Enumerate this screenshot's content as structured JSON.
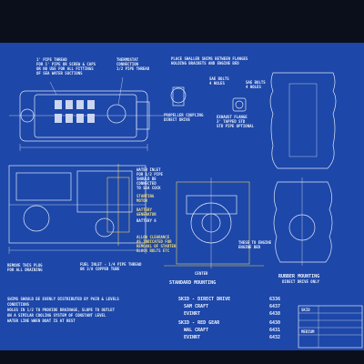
{
  "notes_top_left": [
    "1' PIPE THREAD",
    "FOR 1' PIPE OR SCREW & CAPS",
    "OR NO USE FOR ALL FITTINGS",
    "OF SEA WATER SUCTIONS"
  ],
  "notes_thermostat": [
    "THERMOSTAT",
    "CONNECTION",
    "1/2 PIPE THREAD"
  ],
  "notes_top_right": [
    "PLACE SHALLER SHIMS BETWEEN FLANGES",
    "HOLDING BRACKETS AND ENGINE BED"
  ],
  "label_bolt_holes": [
    "SAE BOLTS",
    "4 HOLES"
  ],
  "label_bolt_holes_2": [
    "SAE BOLTS",
    "4 HOLES"
  ],
  "label_propeller": [
    "PROPELLER COUPLING",
    "DIRECT DRIVE"
  ],
  "label_exhaust": [
    "EXHAUST FLANGE",
    "3' TAPPED STD",
    "STD PIPE OPTIONAL"
  ],
  "label_water_inlet": [
    "WATER INLET",
    "FOR 1/2 PIPE",
    "SHOULD BE",
    "CONNECTED",
    "TO SEA COCK"
  ],
  "label_starter": [
    "STARTING",
    "MOTOR"
  ],
  "label_battery": [
    "BATTERY",
    "GENERATOR"
  ],
  "label_battery2": [
    "BATTERY 6"
  ],
  "label_clearance": [
    "ALLOW CLEARANCE",
    "AS INDICATED FOR",
    "REMOVAL OF STARTER",
    "BLOCK BOLTS ETC"
  ],
  "label_fuel": [
    "FUEL INLET - 1/4 PIPE THREAD",
    "OR 3/8 COPPER TUBE"
  ],
  "label_bottom_left": [
    "REMOVE THIS PLUG",
    "FOR ALL DRAINING"
  ],
  "label_rubber": [
    "RUBBER MOUNTING",
    "DIRECT DRIVE ONLY"
  ],
  "label_standard": [
    "STANDARD MOUNTING"
  ],
  "label_center": [
    "CENTER"
  ],
  "label_engine_bed": [
    "THESE TO ENGINE",
    "ENGINE BED"
  ],
  "footnotes": [
    "SHIMS SHOULD BE EVENLY DISTRIBUTED BY PAIR & LEVELS",
    "CONDITIONS",
    "HOLES IN 1/2 TO PROVIDE DRAINAGE, SLOPE TO OUTLET",
    "ON A SIMILAR COOLING SYSTEM OF CONSTANT LEVEL",
    "WATER LINE WHEN BOAT IS AT REST"
  ],
  "spec_table": [
    {
      "label": "SKID - DIRECT DRIVE",
      "value": "6336"
    },
    {
      "label": "SAM CRAFT",
      "value": "6437"
    },
    {
      "label": "EVINRT",
      "value": "6438"
    },
    {
      "label": "SKID - RED GEAR",
      "value": "6430"
    },
    {
      "label": "WAL CRAFT",
      "value": "6431"
    },
    {
      "label": "EVINRT",
      "value": "6432"
    }
  ],
  "title_block": [
    "SKID",
    "MEDIUM"
  ],
  "colors": {
    "paper": "#1d47a8",
    "line": "#dfe8fb",
    "highlight": "#e8d36a",
    "background": "#0b0f1c"
  }
}
